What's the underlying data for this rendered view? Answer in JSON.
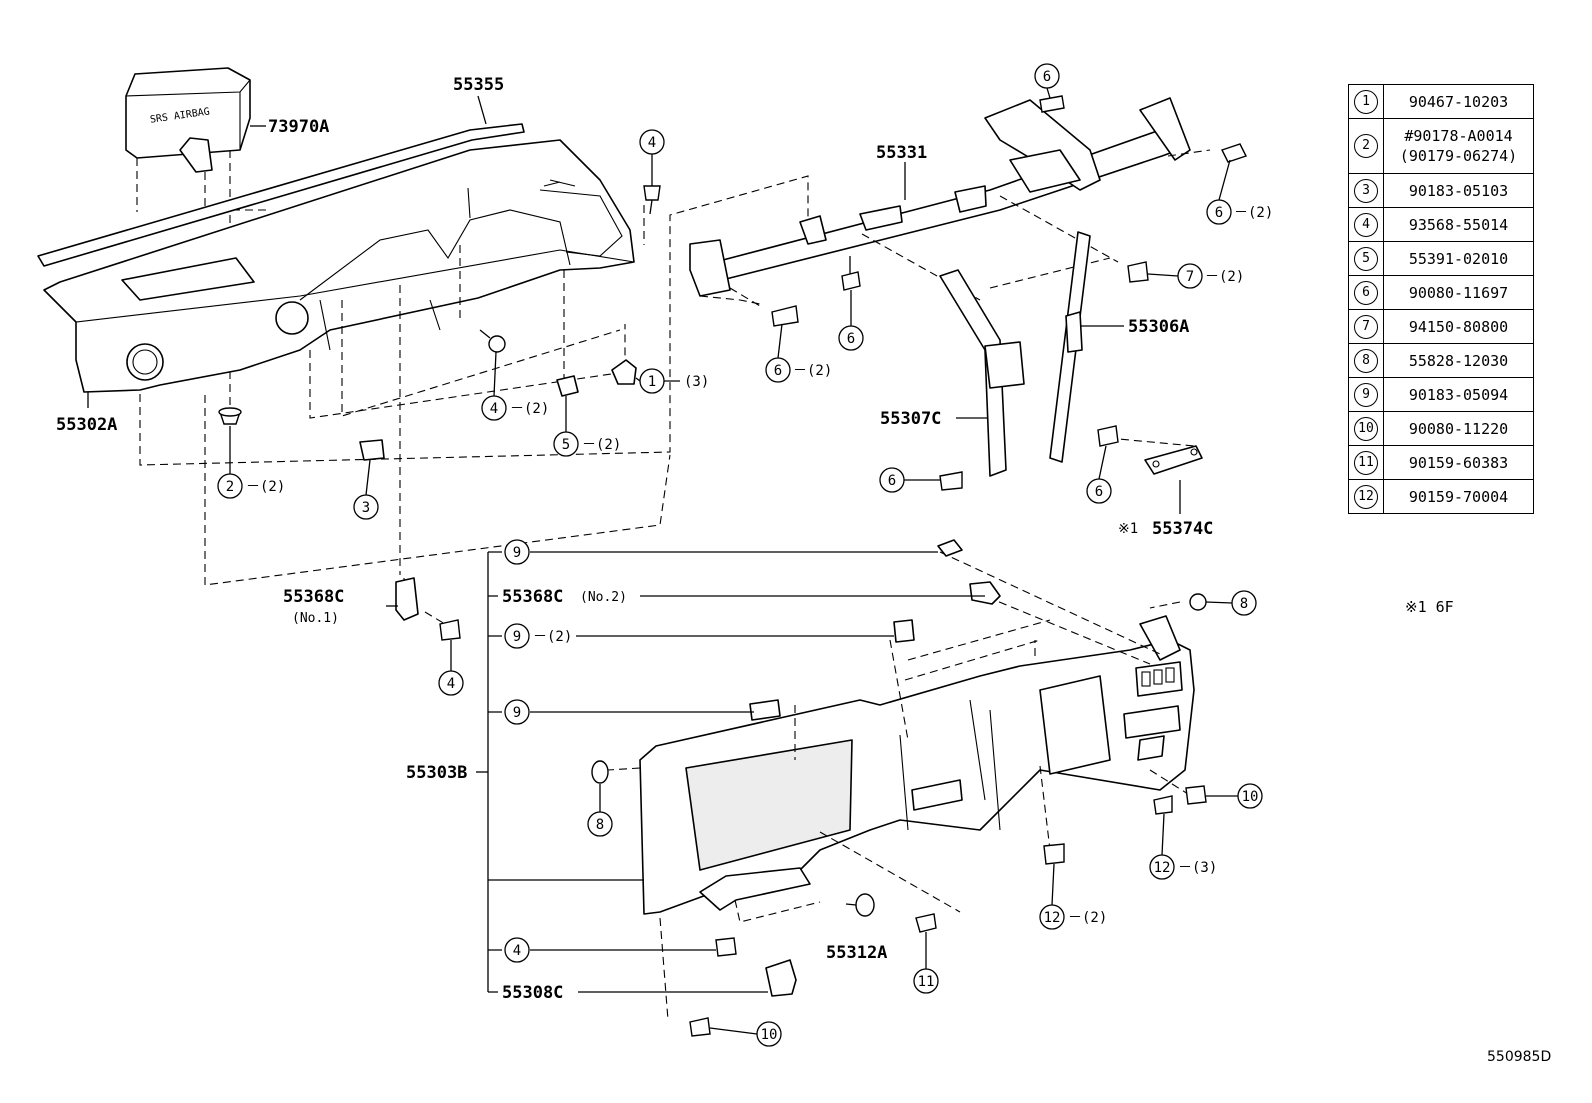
{
  "labels": {
    "p73970A": "73970A",
    "p55355": "55355",
    "p55302A": "55302A",
    "p55331": "55331",
    "p55306A": "55306A",
    "p55307C": "55307C",
    "p55374C": "55374C",
    "p55374C_mark": "※1",
    "p55368C_1": "55368C",
    "p55368C_1_sub": "(No.1)",
    "p55368C_2": "55368C",
    "p55368C_2_sub": "(No.2)",
    "p55303B": "55303B",
    "p55312A": "55312A",
    "p55308C": "55308C",
    "airbag_text": "SRS AIRBAG"
  },
  "callouts": [
    {
      "num": "6",
      "qty": ""
    },
    {
      "num": "4",
      "qty": ""
    },
    {
      "num": "6",
      "qty": "－(2)"
    },
    {
      "num": "6",
      "qty": ""
    },
    {
      "num": "6",
      "qty": "－(2)"
    },
    {
      "num": "7",
      "qty": "－(2)"
    },
    {
      "num": "1",
      "qty": "(3)"
    },
    {
      "num": "4",
      "qty": "－(2)"
    },
    {
      "num": "5",
      "qty": "－(2)"
    },
    {
      "num": "2",
      "qty": "－(2)"
    },
    {
      "num": "3",
      "qty": ""
    },
    {
      "num": "6",
      "qty": ""
    },
    {
      "num": "6",
      "qty": ""
    },
    {
      "num": "9",
      "qty": ""
    },
    {
      "num": "8",
      "qty": ""
    },
    {
      "num": "9",
      "qty": "－(2)"
    },
    {
      "num": "4",
      "qty": ""
    },
    {
      "num": "9",
      "qty": ""
    },
    {
      "num": "8",
      "qty": ""
    },
    {
      "num": "10",
      "qty": ""
    },
    {
      "num": "12",
      "qty": "－(3)"
    },
    {
      "num": "12",
      "qty": "－(2)"
    },
    {
      "num": "11",
      "qty": ""
    },
    {
      "num": "4",
      "qty": ""
    },
    {
      "num": "10",
      "qty": ""
    }
  ],
  "parts_table": [
    {
      "num": "1",
      "part": "90467-10203"
    },
    {
      "num": "2",
      "part": "#90178-A0014",
      "part2": "(90179-06274)"
    },
    {
      "num": "3",
      "part": "90183-05103"
    },
    {
      "num": "4",
      "part": "93568-55014"
    },
    {
      "num": "5",
      "part": "55391-02010"
    },
    {
      "num": "6",
      "part": "90080-11697"
    },
    {
      "num": "7",
      "part": "94150-80800"
    },
    {
      "num": "8",
      "part": "55828-12030"
    },
    {
      "num": "9",
      "part": "90183-05094"
    },
    {
      "num": "10",
      "part": "90080-11220"
    },
    {
      "num": "11",
      "part": "90159-60383"
    },
    {
      "num": "12",
      "part": "90159-70004"
    }
  ],
  "note": "※1  6F",
  "diagram_code": "550985D"
}
